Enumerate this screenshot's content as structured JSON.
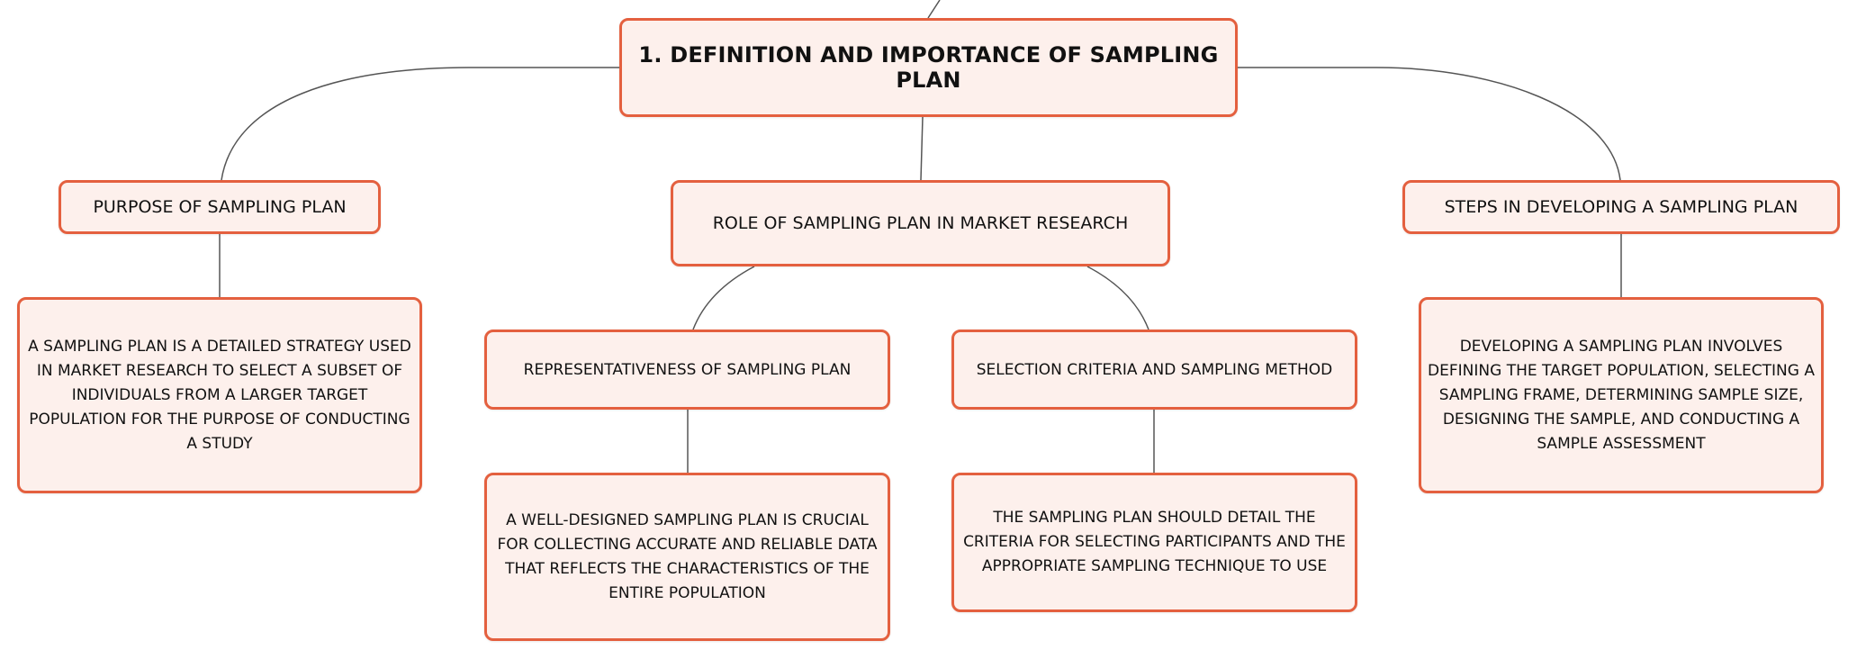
{
  "root": {
    "label": "1. DEFINITION AND IMPORTANCE OF SAMPLING PLAN"
  },
  "branches": {
    "purpose": {
      "label": "PURPOSE OF SAMPLING PLAN",
      "detail": "A SAMPLING PLAN IS A DETAILED STRATEGY USED IN MARKET RESEARCH TO SELECT A SUBSET OF INDIVIDUALS FROM A LARGER TARGET POPULATION FOR THE PURPOSE OF CONDUCTING A STUDY"
    },
    "role": {
      "label": "ROLE OF SAMPLING PLAN IN MARKET RESEARCH",
      "children": {
        "representativeness": {
          "label": "REPRESENTATIVENESS OF SAMPLING PLAN",
          "detail": "A WELL-DESIGNED SAMPLING PLAN IS CRUCIAL FOR COLLECTING ACCURATE AND RELIABLE DATA THAT REFLECTS THE CHARACTERISTICS OF THE ENTIRE POPULATION"
        },
        "selection": {
          "label": "SELECTION CRITERIA AND SAMPLING METHOD",
          "detail": "THE SAMPLING PLAN SHOULD DETAIL THE CRITERIA FOR SELECTING PARTICIPANTS AND THE APPROPRIATE SAMPLING TECHNIQUE TO USE"
        }
      }
    },
    "steps": {
      "label": "STEPS IN DEVELOPING A SAMPLING PLAN",
      "detail": "DEVELOPING A SAMPLING PLAN INVOLVES DEFINING THE TARGET POPULATION, SELECTING A SAMPLING FRAME, DETERMINING SAMPLE SIZE, DESIGNING THE SAMPLE, AND CONDUCTING A SAMPLE ASSESSMENT"
    }
  },
  "colors": {
    "node_fill": "#fdf0ec",
    "node_border": "#e4603f",
    "connector": "#555555",
    "text": "#111111"
  }
}
